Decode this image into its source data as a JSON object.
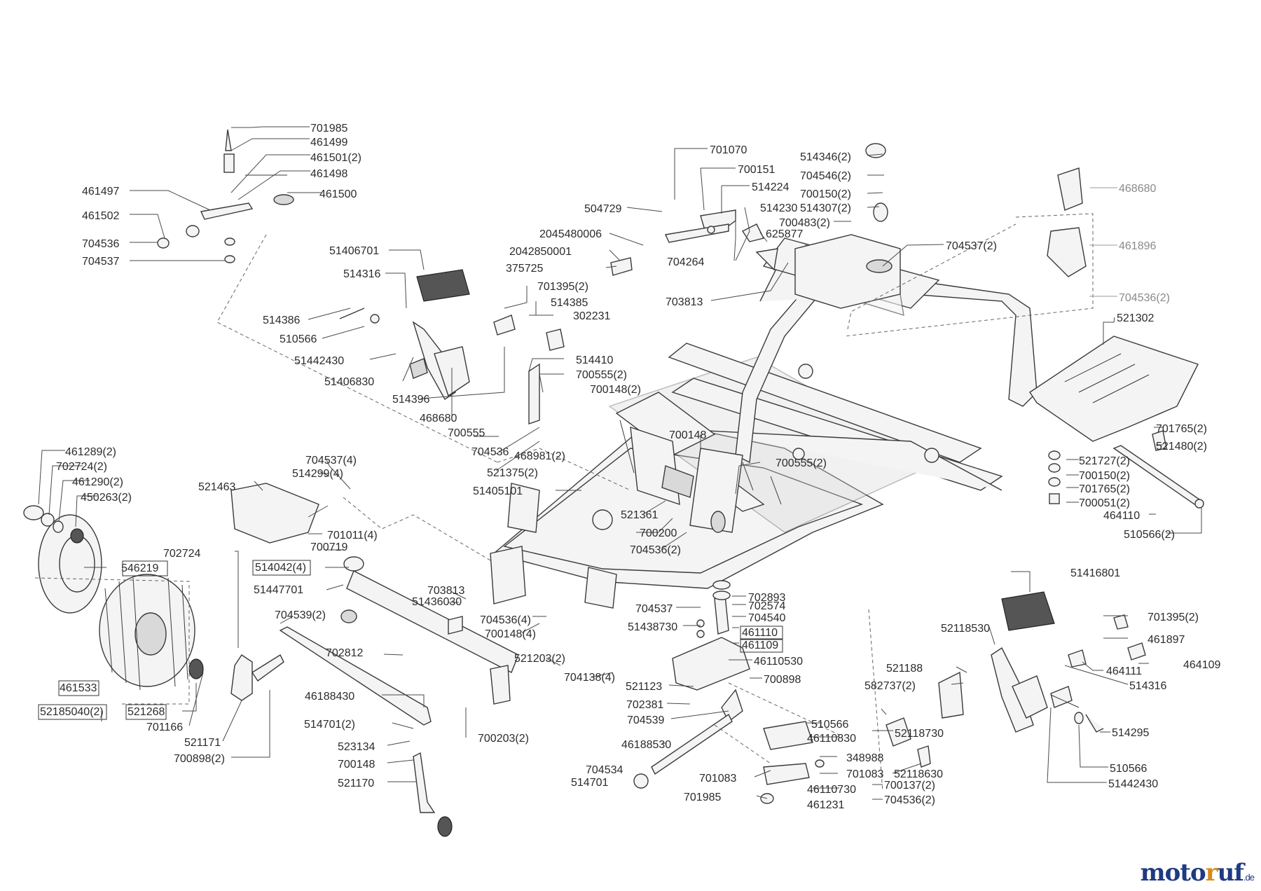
{
  "watermark": {
    "part1": "moto",
    "part2": "r",
    "part3": "uf",
    "suffix": ".de"
  },
  "labels": [
    {
      "id": "l1",
      "text": "701985"
    },
    {
      "id": "l2",
      "text": "461499"
    },
    {
      "id": "l3",
      "text": "461501(2)"
    },
    {
      "id": "l4",
      "text": "461498"
    },
    {
      "id": "l5",
      "text": "461497"
    },
    {
      "id": "l6",
      "text": "461500"
    },
    {
      "id": "l7",
      "text": "461502"
    },
    {
      "id": "l8",
      "text": "704536"
    },
    {
      "id": "l9",
      "text": "704537"
    },
    {
      "id": "l10",
      "text": "701070"
    },
    {
      "id": "l11",
      "text": "700151"
    },
    {
      "id": "l12",
      "text": "514224"
    },
    {
      "id": "l13",
      "text": "504729"
    },
    {
      "id": "l14",
      "text": "2045480006"
    },
    {
      "id": "l15",
      "text": "2042850001"
    },
    {
      "id": "l16",
      "text": "375725"
    },
    {
      "id": "l17",
      "text": "704264"
    },
    {
      "id": "l18",
      "text": "514230"
    },
    {
      "id": "l19",
      "text": "625877"
    },
    {
      "id": "l20",
      "text": "514346(2)"
    },
    {
      "id": "l21",
      "text": "704546(2)"
    },
    {
      "id": "l22",
      "text": "700150(2)"
    },
    {
      "id": "l23",
      "text": "514307(2)"
    },
    {
      "id": "l24",
      "text": "700483(2)"
    },
    {
      "id": "l25",
      "text": "704537(2)"
    },
    {
      "id": "l26",
      "text": "703813"
    },
    {
      "id": "l27",
      "text": "468680"
    },
    {
      "id": "l28",
      "text": "461896"
    },
    {
      "id": "l29",
      "text": "704536(2)"
    },
    {
      "id": "l30",
      "text": "51406701"
    },
    {
      "id": "l31",
      "text": "514316"
    },
    {
      "id": "l32",
      "text": "514386"
    },
    {
      "id": "l33",
      "text": "510566"
    },
    {
      "id": "l34",
      "text": "51442430"
    },
    {
      "id": "l35",
      "text": "51406830"
    },
    {
      "id": "l36",
      "text": "514396"
    },
    {
      "id": "l37",
      "text": "468680"
    },
    {
      "id": "l38",
      "text": "701395(2)"
    },
    {
      "id": "l39",
      "text": "514385"
    },
    {
      "id": "l40",
      "text": "302231"
    },
    {
      "id": "l41",
      "text": "514410"
    },
    {
      "id": "l42",
      "text": "700555(2)"
    },
    {
      "id": "l43",
      "text": "700148(2)"
    },
    {
      "id": "l44",
      "text": "700555"
    },
    {
      "id": "l45",
      "text": "704536"
    },
    {
      "id": "l46",
      "text": "700148"
    },
    {
      "id": "l47",
      "text": "468981(2)"
    },
    {
      "id": "l48",
      "text": "521375(2)"
    },
    {
      "id": "l49",
      "text": "51405101"
    },
    {
      "id": "l50",
      "text": "700555(2)"
    },
    {
      "id": "l51",
      "text": "521361"
    },
    {
      "id": "l52",
      "text": "700200"
    },
    {
      "id": "l53",
      "text": "704536(2)"
    },
    {
      "id": "l54",
      "text": "521302"
    },
    {
      "id": "l55",
      "text": "701765(2)"
    },
    {
      "id": "l56",
      "text": "521480(2)"
    },
    {
      "id": "l57",
      "text": "521727(2)"
    },
    {
      "id": "l58",
      "text": "700150(2)"
    },
    {
      "id": "l59",
      "text": "701765(2)"
    },
    {
      "id": "l60",
      "text": "700051(2)"
    },
    {
      "id": "l61",
      "text": "464110"
    },
    {
      "id": "l62",
      "text": "510566(2)"
    },
    {
      "id": "l63",
      "text": "461289(2)"
    },
    {
      "id": "l64",
      "text": "702724(2)"
    },
    {
      "id": "l65",
      "text": "461290(2)"
    },
    {
      "id": "l66",
      "text": "450263(2)"
    },
    {
      "id": "l67",
      "text": "521463"
    },
    {
      "id": "l68",
      "text": "704537(4)"
    },
    {
      "id": "l69",
      "text": "514299(4)"
    },
    {
      "id": "l70",
      "text": "701011(4)"
    },
    {
      "id": "l71",
      "text": "700719"
    },
    {
      "id": "l72",
      "text": "702724"
    },
    {
      "id": "l73",
      "text": "546219"
    },
    {
      "id": "l74",
      "text": "514042(4)"
    },
    {
      "id": "l75",
      "text": "51447701"
    },
    {
      "id": "l76",
      "text": "51436030"
    },
    {
      "id": "l77",
      "text": "703813"
    },
    {
      "id": "l78",
      "text": "704539(2)"
    },
    {
      "id": "l79",
      "text": "704536(4)"
    },
    {
      "id": "l80",
      "text": "700148(4)"
    },
    {
      "id": "l81",
      "text": "521203(2)"
    },
    {
      "id": "l82",
      "text": "702812"
    },
    {
      "id": "l83",
      "text": "704138(4)"
    },
    {
      "id": "l84",
      "text": "461533"
    },
    {
      "id": "l85",
      "text": "52185040(2)"
    },
    {
      "id": "l86",
      "text": "521268"
    },
    {
      "id": "l87",
      "text": "701166"
    },
    {
      "id": "l88",
      "text": "521171"
    },
    {
      "id": "l89",
      "text": "700898(2)"
    },
    {
      "id": "l90",
      "text": "46188430"
    },
    {
      "id": "l91",
      "text": "514701(2)"
    },
    {
      "id": "l92",
      "text": "523134"
    },
    {
      "id": "l93",
      "text": "700148"
    },
    {
      "id": "l94",
      "text": "521170"
    },
    {
      "id": "l95",
      "text": "700203(2)"
    },
    {
      "id": "l96",
      "text": "702893"
    },
    {
      "id": "l97",
      "text": "702574"
    },
    {
      "id": "l98",
      "text": "704540"
    },
    {
      "id": "l99",
      "text": "461110"
    },
    {
      "id": "l100",
      "text": "461109"
    },
    {
      "id": "l101",
      "text": "704537"
    },
    {
      "id": "l102",
      "text": "51438730"
    },
    {
      "id": "l103",
      "text": "46110530"
    },
    {
      "id": "l104",
      "text": "700898"
    },
    {
      "id": "l105",
      "text": "521123"
    },
    {
      "id": "l106",
      "text": "702381"
    },
    {
      "id": "l107",
      "text": "704539"
    },
    {
      "id": "l108",
      "text": "46188530"
    },
    {
      "id": "l109",
      "text": "704534"
    },
    {
      "id": "l110",
      "text": "514701"
    },
    {
      "id": "l111",
      "text": "701083"
    },
    {
      "id": "l112",
      "text": "701985"
    },
    {
      "id": "l113",
      "text": "510566"
    },
    {
      "id": "l114",
      "text": "46110830"
    },
    {
      "id": "l115",
      "text": "348988"
    },
    {
      "id": "l116",
      "text": "701083"
    },
    {
      "id": "l117",
      "text": "46110730"
    },
    {
      "id": "l118",
      "text": "461231"
    },
    {
      "id": "l119",
      "text": "51416801"
    },
    {
      "id": "l120",
      "text": "52118530"
    },
    {
      "id": "l121",
      "text": "521188"
    },
    {
      "id": "l122",
      "text": "582737(2)"
    },
    {
      "id": "l123",
      "text": "52118730"
    },
    {
      "id": "l124",
      "text": "52118630"
    },
    {
      "id": "l125",
      "text": "700137(2)"
    },
    {
      "id": "l126",
      "text": "704536(2)"
    },
    {
      "id": "l127",
      "text": "701395(2)"
    },
    {
      "id": "l128",
      "text": "461897"
    },
    {
      "id": "l129",
      "text": "464109"
    },
    {
      "id": "l130",
      "text": "464111"
    },
    {
      "id": "l131",
      "text": "514316"
    },
    {
      "id": "l132",
      "text": "514295"
    },
    {
      "id": "l133",
      "text": "510566"
    },
    {
      "id": "l134",
      "text": "51442430"
    }
  ]
}
